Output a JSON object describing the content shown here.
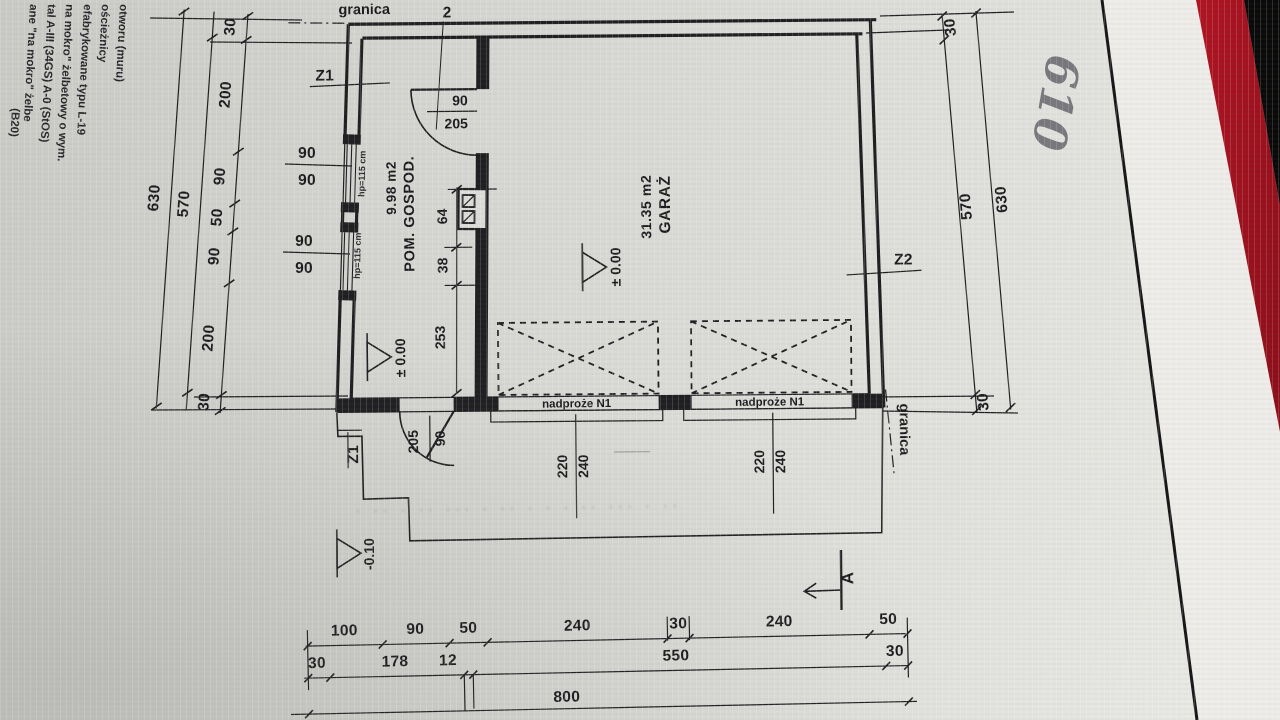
{
  "legend": {
    "lines": [
      "otworu (muru)",
      "ościeżnicy",
      "efabrykowane typu L-19",
      "na mokro\" żelbetowy o wym.",
      "tal A-III (34GS) A-0 (StOS)",
      "ane \"na mokro\" żelbe",
      "(B20)"
    ]
  },
  "boundary": {
    "top": "granica",
    "right": "granica"
  },
  "markers": {
    "z1_top": "Z1",
    "z1_bottom": "Z1",
    "z2": "Z2",
    "section_a": "A",
    "axis_2": "2"
  },
  "rooms": {
    "pom": {
      "name": "POM. GOSPOD.",
      "area": "9.98 m2"
    },
    "garage": {
      "name": "GARAŻ",
      "area": "31.35 m2"
    }
  },
  "levels": {
    "garage": "± 0.00",
    "pom": "± 0.00",
    "outside": "-0.10"
  },
  "doors": {
    "interior": {
      "w": "90",
      "h": "205"
    },
    "exterior": {
      "w": "90",
      "h": "205"
    }
  },
  "windows": {
    "w": "90",
    "h": "90",
    "sill": "hp=115 cm"
  },
  "lintels": {
    "n1": "nadproże N1",
    "door_w": "240",
    "door_h": "220"
  },
  "dims": {
    "left_inner": [
      "30",
      "200",
      "90",
      "50",
      "90",
      "200",
      "30"
    ],
    "left_mid": "570",
    "left_outer": "630",
    "right_top": "30",
    "right_mid": "570",
    "right_outer": "630",
    "right_bottom": "30",
    "right_handwritten": "610",
    "interior_flue": "64",
    "interior_gap": "38",
    "interior_wall": "253",
    "bottom_row1": [
      "100",
      "90",
      "50",
      "240",
      "30",
      "240",
      "50"
    ],
    "bottom_row2": [
      "30",
      "178",
      "12",
      "550",
      "30"
    ],
    "bottom_total": "800"
  },
  "bleed_through": "· ·· ·  ·· ··· ·  ·· ·  · ·  ·· ··· ·  ··",
  "colors": {
    "paper": "#d8d8d4",
    "ink": "#1f1f22",
    "red_surface": "#a31220",
    "black_corner": "#0a0a0a",
    "pencil": "#5e5e66"
  }
}
